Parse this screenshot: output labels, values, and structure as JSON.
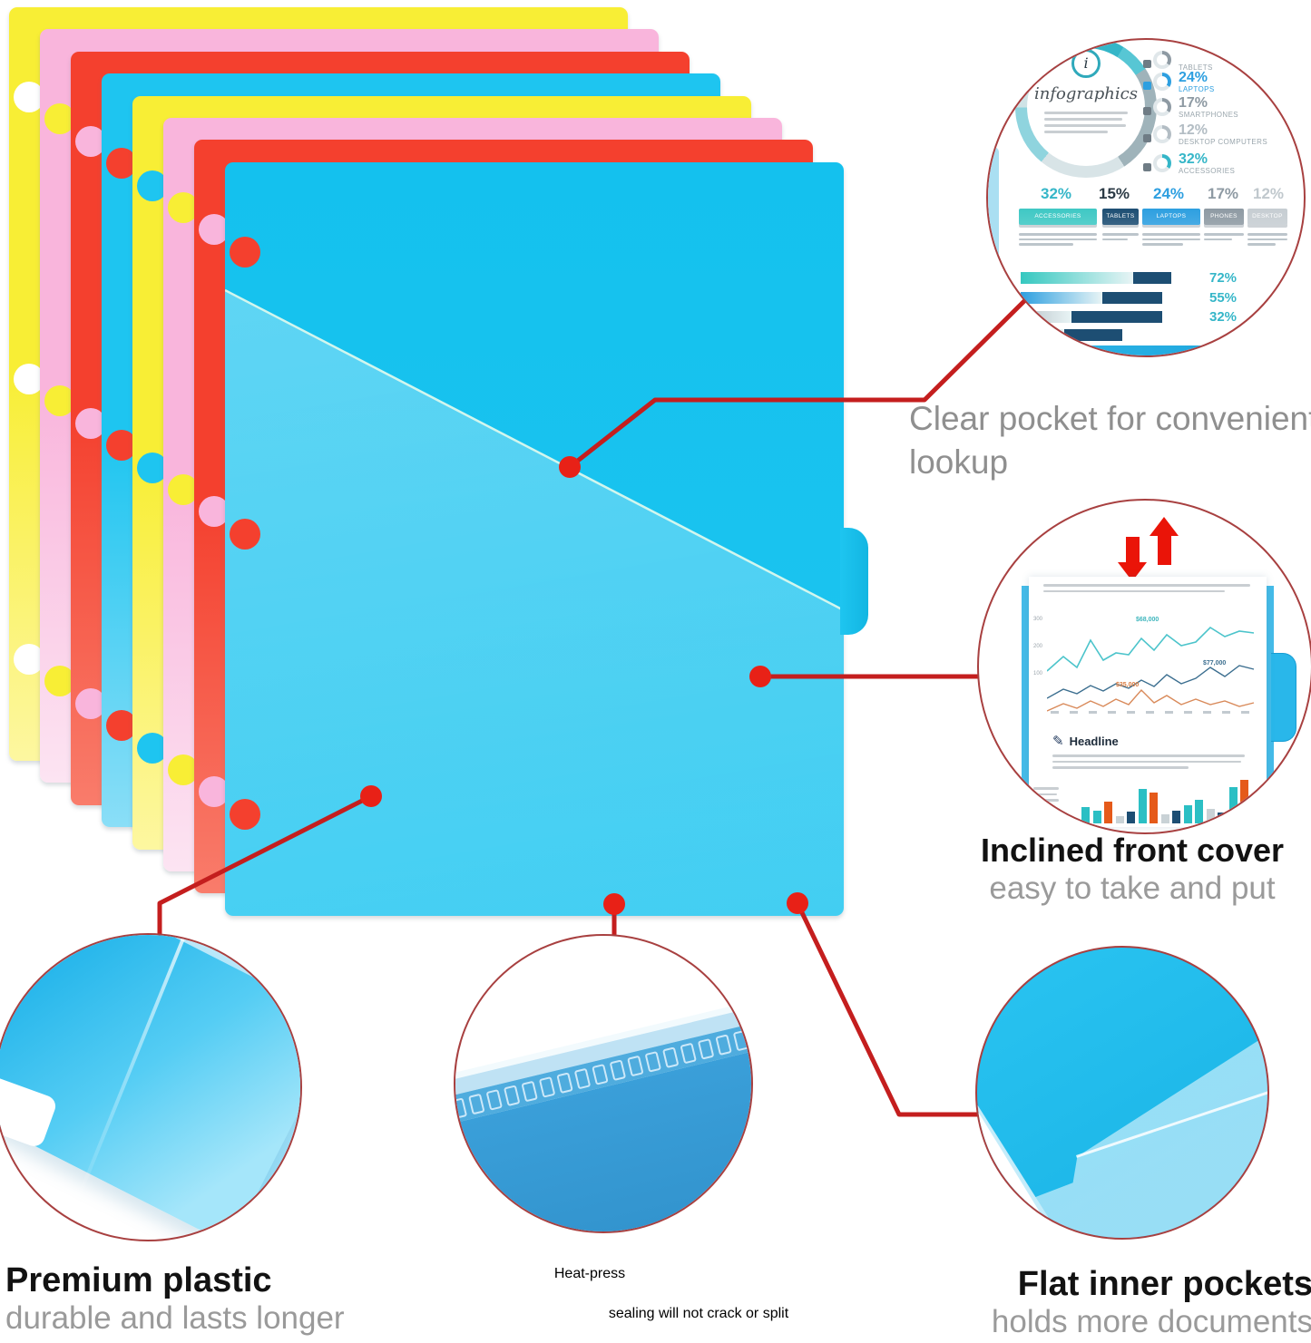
{
  "callouts": {
    "clear_pocket": {
      "text": "Clear pocket for convenient lookup"
    },
    "inclined_front_cover": {
      "title": "Inclined front cover",
      "subtitle": "easy to take and put"
    },
    "premium_plastic": {
      "title": "Premium plastic",
      "subtitle": "durable and lasts longer"
    },
    "heat_press": {
      "title": "Heat-press",
      "subtitle": "sealing will not crack or split"
    },
    "flat_inner_pockets": {
      "title": "Flat inner pockets",
      "subtitle": "holds more documents"
    }
  },
  "colors": {
    "folder_yellow": "#f8ee35",
    "folder_pink": "#f9b5dc",
    "folder_red": "#f4402e",
    "folder_blue": "#1ec5f0",
    "callout_line": "#c41e1e",
    "callout_dot": "#e82117",
    "bubble_ring": "#a84040",
    "title_text": "#121212",
    "subtitle_text": "#9a9a9a"
  },
  "folder_stack": {
    "order_back_to_front": [
      "yellow",
      "pink",
      "red",
      "blue",
      "yellow",
      "pink",
      "red",
      "blue"
    ],
    "hole_colors_back_to_front": [
      "white",
      "yellow",
      "pink",
      "red",
      "blue",
      "yellow",
      "pink",
      "red"
    ]
  },
  "infographic_bubble": {
    "badge": "i",
    "title": "infographics",
    "legend": [
      {
        "pct": "",
        "label": "TABLETS",
        "color": "#8e9aa3"
      },
      {
        "pct": "24%",
        "label": "LAPTOPS",
        "color": "#2d9fe0"
      },
      {
        "pct": "17%",
        "label": "SMARTPHONES",
        "color": "#8e9aa3"
      },
      {
        "pct": "12%",
        "label": "DESKTOP COMPUTERS",
        "color": "#b3bdc4"
      },
      {
        "pct": "32%",
        "label": "ACCESSORIES",
        "color": "#35b6c8"
      }
    ],
    "percent_row": [
      {
        "value": "32%",
        "color": "#35b6c8"
      },
      {
        "value": "15%",
        "color": "#2b3a45"
      },
      {
        "value": "24%",
        "color": "#2d9fe0"
      },
      {
        "value": "17%",
        "color": "#8e9aa3"
      },
      {
        "value": "12%",
        "color": "#c0c8cd"
      }
    ],
    "categories": [
      {
        "label": "ACCESSORIES",
        "color": "#3fc8c4"
      },
      {
        "label": "TABLETS",
        "color": "#1d4e73"
      },
      {
        "label": "LAPTOPS",
        "color": "#2d9fe0"
      },
      {
        "label": "PHONES",
        "color": "#8e9aa3"
      },
      {
        "label": "DESKTOP",
        "color": "#c6cdd2"
      }
    ],
    "bars": [
      {
        "label": "72%",
        "color1": "#35c8c0",
        "w1": 124,
        "w2": 42
      },
      {
        "label": "55%",
        "color1": "#2d9fe0",
        "w1": 90,
        "w2": 66
      },
      {
        "label": "32%",
        "color1": "#b9c2c8",
        "w1": 56,
        "w2": 100
      },
      {
        "label": "",
        "color1": "#b9c2c8",
        "w1": 48,
        "w2": 64
      }
    ]
  },
  "document_bubble": {
    "headline": "Headline",
    "pencil_icon": "✎",
    "y_ticks": [
      "300",
      "200",
      "100"
    ],
    "annotations": {
      "series1": "$68,000",
      "series2": "$77,000",
      "series3": "$35,000"
    }
  }
}
